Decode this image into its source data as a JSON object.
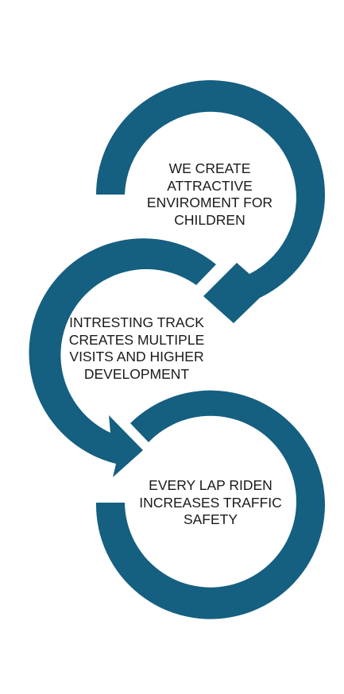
{
  "diagram": {
    "color": "#155f80",
    "steps": [
      {
        "lines": [
          "WE CREATE",
          "ATTRACTIVE",
          "ENVIROMENT FOR",
          "CHILDREN"
        ]
      },
      {
        "lines": [
          "INTRESTING TRACK",
          "CREATES MULTIPLE",
          "VISITS AND HIGHER",
          "DEVELOPMENT"
        ]
      },
      {
        "lines": [
          "EVERY LAP RIDEN",
          "INCREASES TRAFFIC",
          "SAFETY"
        ]
      }
    ]
  }
}
